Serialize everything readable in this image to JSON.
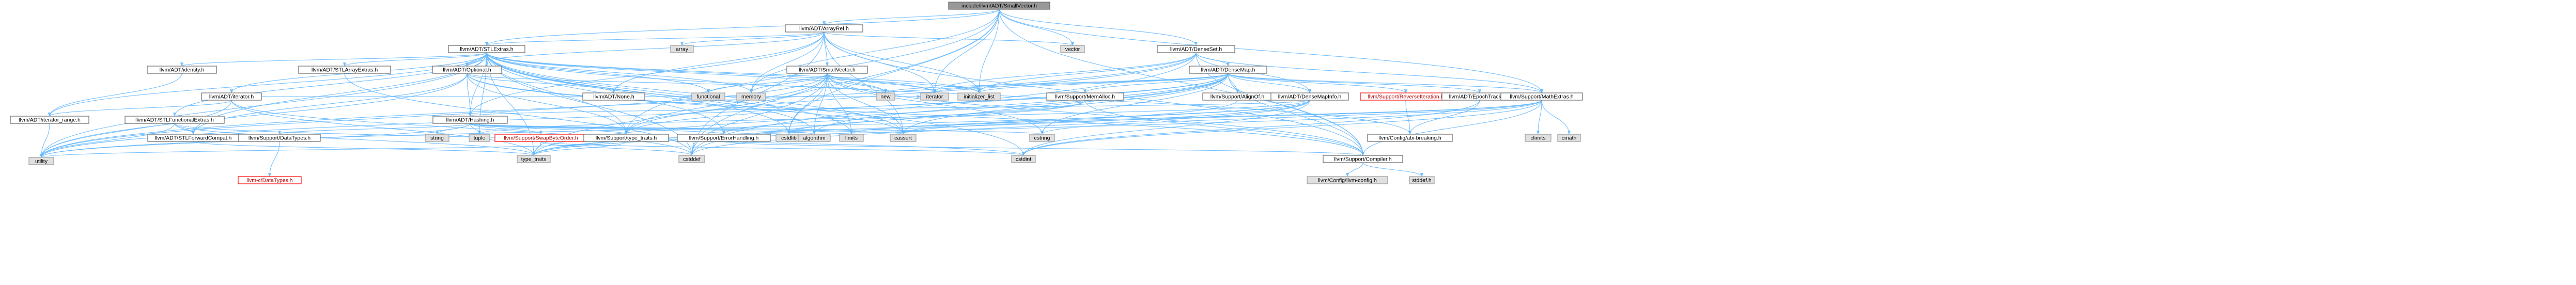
{
  "colors": {
    "edge": "#63b8ff",
    "root_fill": "#999999",
    "node_border": "#666666",
    "system_fill": "#e0e0e0",
    "missing_border": "#ff0000"
  },
  "nodes": [
    {
      "id": "root",
      "label": "include/llvm/ADT/SmallVector.h",
      "kind": "root"
    },
    {
      "id": "arrayref",
      "label": "llvm/ADT/ArrayRef.h",
      "kind": "normal"
    },
    {
      "id": "densemap_set",
      "label": "llvm/ADT/DenseSet.h",
      "kind": "normal"
    },
    {
      "id": "stlextras",
      "label": "llvm/ADT/STLExtras.h",
      "kind": "normal"
    },
    {
      "id": "array",
      "label": "array",
      "kind": "system"
    },
    {
      "id": "vector",
      "label": "vector",
      "kind": "system"
    },
    {
      "id": "densemap",
      "label": "llvm/ADT/DenseMap.h",
      "kind": "normal"
    },
    {
      "id": "smallvector_r",
      "label": "llvm/ADT/SmallVector.h",
      "kind": "normal"
    },
    {
      "id": "identity",
      "label": "llvm/ADT/identity.h",
      "kind": "normal"
    },
    {
      "id": "iterator",
      "label": "llvm/ADT/iterator.h",
      "kind": "normal"
    },
    {
      "id": "stlarrayextras",
      "label": "llvm/ADT/STLArrayExtras.h",
      "kind": "normal"
    },
    {
      "id": "optional",
      "label": "llvm/ADT/Optional.h",
      "kind": "normal"
    },
    {
      "id": "functional",
      "label": "functional",
      "kind": "system"
    },
    {
      "id": "memory",
      "label": "memory",
      "kind": "system"
    },
    {
      "id": "new",
      "label": "new",
      "kind": "system"
    },
    {
      "id": "iterator_sys",
      "label": "iterator",
      "kind": "system"
    },
    {
      "id": "initializer_list",
      "label": "initializer_list",
      "kind": "system"
    },
    {
      "id": "memalloc",
      "label": "llvm/Support/MemAlloc.h",
      "kind": "normal"
    },
    {
      "id": "alignof",
      "label": "llvm/Support/AlignOf.h",
      "kind": "normal"
    },
    {
      "id": "densemapinfo",
      "label": "llvm/ADT/DenseMapInfo.h",
      "kind": "normal"
    },
    {
      "id": "reverseiteration",
      "label": "llvm/Support/ReverseIteration.h",
      "kind": "missing"
    },
    {
      "id": "epochtracker",
      "label": "llvm/ADT/EpochTracker.h",
      "kind": "normal"
    },
    {
      "id": "mathextras",
      "label": "llvm/Support/MathExtras.h",
      "kind": "normal"
    },
    {
      "id": "iterator_range",
      "label": "llvm/ADT/iterator_range.h",
      "kind": "normal"
    },
    {
      "id": "stlfunctionalextras",
      "label": "llvm/ADT/STLFunctionalExtras.h",
      "kind": "normal"
    },
    {
      "id": "stlforwardcompat",
      "label": "llvm/ADT/STLForwardCompat.h",
      "kind": "normal"
    },
    {
      "id": "hashing",
      "label": "llvm/ADT/Hashing.h",
      "kind": "normal"
    },
    {
      "id": "none",
      "label": "llvm/ADT/None.h",
      "kind": "normal"
    },
    {
      "id": "datatypes",
      "label": "llvm/Support/DataTypes.h",
      "kind": "normal"
    },
    {
      "id": "string",
      "label": "string",
      "kind": "system"
    },
    {
      "id": "tuple",
      "label": "tuple",
      "kind": "system"
    },
    {
      "id": "swapbyteorder",
      "label": "llvm/Support/SwapByteOrder.h",
      "kind": "missing"
    },
    {
      "id": "typetraits",
      "label": "llvm/Support/type_traits.h",
      "kind": "normal"
    },
    {
      "id": "errorhandling",
      "label": "llvm/Support/ErrorHandling.h",
      "kind": "normal"
    },
    {
      "id": "cstdlib",
      "label": "cstdlib",
      "kind": "system"
    },
    {
      "id": "algorithm",
      "label": "algorithm",
      "kind": "system"
    },
    {
      "id": "limits",
      "label": "limits",
      "kind": "system"
    },
    {
      "id": "cassert",
      "label": "cassert",
      "kind": "system"
    },
    {
      "id": "cstring",
      "label": "cstring",
      "kind": "system"
    },
    {
      "id": "configabi",
      "label": "llvm/Config/abi-breaking.h",
      "kind": "normal"
    },
    {
      "id": "climits",
      "label": "climits",
      "kind": "system"
    },
    {
      "id": "cmath",
      "label": "cmath",
      "kind": "system"
    },
    {
      "id": "utility",
      "label": "utility",
      "kind": "system"
    },
    {
      "id": "cdatatypes",
      "label": "llvm-c/DataTypes.h",
      "kind": "missing"
    },
    {
      "id": "type_traits",
      "label": "type_traits",
      "kind": "system"
    },
    {
      "id": "cstddef",
      "label": "cstddef",
      "kind": "system"
    },
    {
      "id": "cstdint",
      "label": "cstdint",
      "kind": "system"
    },
    {
      "id": "compiler",
      "label": "llvm/Support/Compiler.h",
      "kind": "normal"
    },
    {
      "id": "llvmconfig",
      "label": "llvm/Config/llvm-config.h",
      "kind": "system"
    },
    {
      "id": "stddef",
      "label": "stddef.h",
      "kind": "system"
    }
  ],
  "edges": [
    [
      "root",
      "arrayref"
    ],
    [
      "root",
      "densemap_set"
    ],
    [
      "root",
      "stlextras"
    ],
    [
      "root",
      "vector"
    ],
    [
      "root",
      "initializer_list"
    ],
    [
      "root",
      "iterator_sys"
    ],
    [
      "root",
      "memory"
    ],
    [
      "root",
      "cstddef"
    ],
    [
      "root",
      "cstdlib"
    ],
    [
      "root",
      "compiler"
    ],
    [
      "root",
      "typetraits"
    ],
    [
      "root",
      "mathextras"
    ],
    [
      "arrayref",
      "stlextras"
    ],
    [
      "arrayref",
      "array"
    ],
    [
      "arrayref",
      "vector"
    ],
    [
      "arrayref",
      "smallvector_r"
    ],
    [
      "arrayref",
      "none"
    ],
    [
      "arrayref",
      "optional"
    ],
    [
      "arrayref",
      "compiler"
    ],
    [
      "arrayref",
      "iterator_sys"
    ],
    [
      "arrayref",
      "memory"
    ],
    [
      "arrayref",
      "initializer_list"
    ],
    [
      "arrayref",
      "cassert"
    ],
    [
      "arrayref",
      "cstddef"
    ],
    [
      "arrayref",
      "hashing"
    ],
    [
      "densemap_set",
      "densemap"
    ],
    [
      "densemap_set",
      "densemapinfo"
    ],
    [
      "densemap_set",
      "mathextras"
    ],
    [
      "densemap_set",
      "typetraits"
    ],
    [
      "densemap_set",
      "compiler"
    ],
    [
      "densemap_set",
      "initializer_list"
    ],
    [
      "densemap_set",
      "iterator_sys"
    ],
    [
      "densemap_set",
      "cstddef"
    ],
    [
      "densemap_set",
      "utility"
    ],
    [
      "stlextras",
      "identity"
    ],
    [
      "stlextras",
      "iterator"
    ],
    [
      "stlextras",
      "stlarrayextras"
    ],
    [
      "stlextras",
      "optional"
    ],
    [
      "stlextras",
      "iterator_range"
    ],
    [
      "stlextras",
      "stlfunctionalextras"
    ],
    [
      "stlextras",
      "stlforwardcompat"
    ],
    [
      "stlextras",
      "hashing"
    ],
    [
      "stlextras",
      "functional"
    ],
    [
      "stlextras",
      "memory"
    ],
    [
      "stlextras",
      "iterator_sys"
    ],
    [
      "stlextras",
      "initializer_list"
    ],
    [
      "stlextras",
      "tuple"
    ],
    [
      "stlextras",
      "typetraits"
    ],
    [
      "stlextras",
      "errorhandling"
    ],
    [
      "stlextras",
      "algorithm"
    ],
    [
      "stlextras",
      "cassert"
    ],
    [
      "stlextras",
      "cstdlib"
    ],
    [
      "stlextras",
      "utility"
    ],
    [
      "stlextras",
      "type_traits"
    ],
    [
      "stlextras",
      "cstddef"
    ],
    [
      "stlextras",
      "cstdint"
    ],
    [
      "stlextras",
      "limits"
    ],
    [
      "stlextras",
      "new"
    ],
    [
      "stlextras",
      "configabi"
    ],
    [
      "densemap",
      "densemapinfo"
    ],
    [
      "densemap",
      "epochtracker"
    ],
    [
      "densemap",
      "alignof"
    ],
    [
      "densemap",
      "compiler"
    ],
    [
      "densemap",
      "mathextras"
    ],
    [
      "densemap",
      "memalloc"
    ],
    [
      "densemap",
      "reverseiteration"
    ],
    [
      "densemap",
      "typetraits"
    ],
    [
      "densemap",
      "algorithm"
    ],
    [
      "densemap",
      "cassert"
    ],
    [
      "densemap",
      "cstddef"
    ],
    [
      "densemap",
      "cstring"
    ],
    [
      "densemap",
      "initializer_list"
    ],
    [
      "densemap",
      "iterator_sys"
    ],
    [
      "densemap",
      "new"
    ],
    [
      "densemap",
      "type_traits"
    ],
    [
      "densemap",
      "utility"
    ],
    [
      "smallvector_r",
      "iterator_sys"
    ],
    [
      "smallvector_r",
      "memory"
    ],
    [
      "smallvector_r",
      "new"
    ],
    [
      "smallvector_r",
      "functional"
    ],
    [
      "smallvector_r",
      "initializer_list"
    ],
    [
      "smallvector_r",
      "algorithm"
    ],
    [
      "smallvector_r",
      "cassert"
    ],
    [
      "smallvector_r",
      "cstddef"
    ],
    [
      "smallvector_r",
      "cstdlib"
    ],
    [
      "smallvector_r",
      "cstring"
    ],
    [
      "smallvector_r",
      "limits"
    ],
    [
      "smallvector_r",
      "type_traits"
    ],
    [
      "smallvector_r",
      "utility"
    ],
    [
      "smallvector_r",
      "compiler"
    ],
    [
      "smallvector_r",
      "typetraits"
    ],
    [
      "identity",
      "iterator_range"
    ],
    [
      "iterator",
      "iterator_range"
    ],
    [
      "iterator",
      "iterator_sys"
    ],
    [
      "iterator",
      "cstddef"
    ],
    [
      "iterator",
      "type_traits"
    ],
    [
      "iterator",
      "utility"
    ],
    [
      "stlarrayextras",
      "cstddef"
    ],
    [
      "optional",
      "hashing"
    ],
    [
      "optional",
      "none"
    ],
    [
      "optional",
      "stlforwardcompat"
    ],
    [
      "optional",
      "compiler"
    ],
    [
      "optional",
      "typetraits"
    ],
    [
      "optional",
      "cassert"
    ],
    [
      "optional",
      "new"
    ],
    [
      "optional",
      "utility"
    ],
    [
      "iterator_range",
      "utility"
    ],
    [
      "stlfunctionalextras",
      "stlforwardcompat"
    ],
    [
      "stlfunctionalextras",
      "cstdint"
    ],
    [
      "stlfunctionalextras",
      "utility"
    ],
    [
      "stlfunctionalextras",
      "type_traits"
    ],
    [
      "stlforwardcompat",
      "type_traits"
    ],
    [
      "hashing",
      "datatypes"
    ],
    [
      "hashing",
      "errorhandling"
    ],
    [
      "hashing",
      "swapbyteorder"
    ],
    [
      "hashing",
      "typetraits"
    ],
    [
      "hashing",
      "algorithm"
    ],
    [
      "hashing",
      "cassert"
    ],
    [
      "hashing",
      "cstring"
    ],
    [
      "hashing",
      "string"
    ],
    [
      "hashing",
      "tuple"
    ],
    [
      "hashing",
      "utility"
    ],
    [
      "datatypes",
      "cdatatypes"
    ],
    [
      "swapbyteorder",
      "cstddef"
    ],
    [
      "swapbyteorder",
      "cstdint"
    ],
    [
      "swapbyteorder",
      "type_traits"
    ],
    [
      "typetraits",
      "type_traits"
    ],
    [
      "typetraits",
      "utility"
    ],
    [
      "errorhandling",
      "compiler"
    ],
    [
      "memalloc",
      "compiler"
    ],
    [
      "memalloc",
      "errorhandling"
    ],
    [
      "memalloc",
      "cstdlib"
    ],
    [
      "alignof",
      "type_traits"
    ],
    [
      "densemapinfo",
      "hashing"
    ],
    [
      "densemapinfo",
      "cassert"
    ],
    [
      "densemapinfo",
      "cstddef"
    ],
    [
      "densemapinfo",
      "cstdint"
    ],
    [
      "densemapinfo",
      "tuple"
    ],
    [
      "densemapinfo",
      "type_traits"
    ],
    [
      "densemapinfo",
      "utility"
    ],
    [
      "epochtracker",
      "configabi"
    ],
    [
      "epochtracker",
      "cstdint"
    ],
    [
      "reverseiteration",
      "configabi"
    ],
    [
      "mathextras",
      "compiler"
    ],
    [
      "mathextras",
      "cassert"
    ],
    [
      "mathextras",
      "climits"
    ],
    [
      "mathextras",
      "cmath"
    ],
    [
      "mathextras",
      "cstdint"
    ],
    [
      "mathextras",
      "cstring"
    ],
    [
      "mathextras",
      "limits"
    ],
    [
      "mathextras",
      "type_traits"
    ],
    [
      "compiler",
      "llvmconfig"
    ],
    [
      "compiler",
      "stddef"
    ]
  ]
}
